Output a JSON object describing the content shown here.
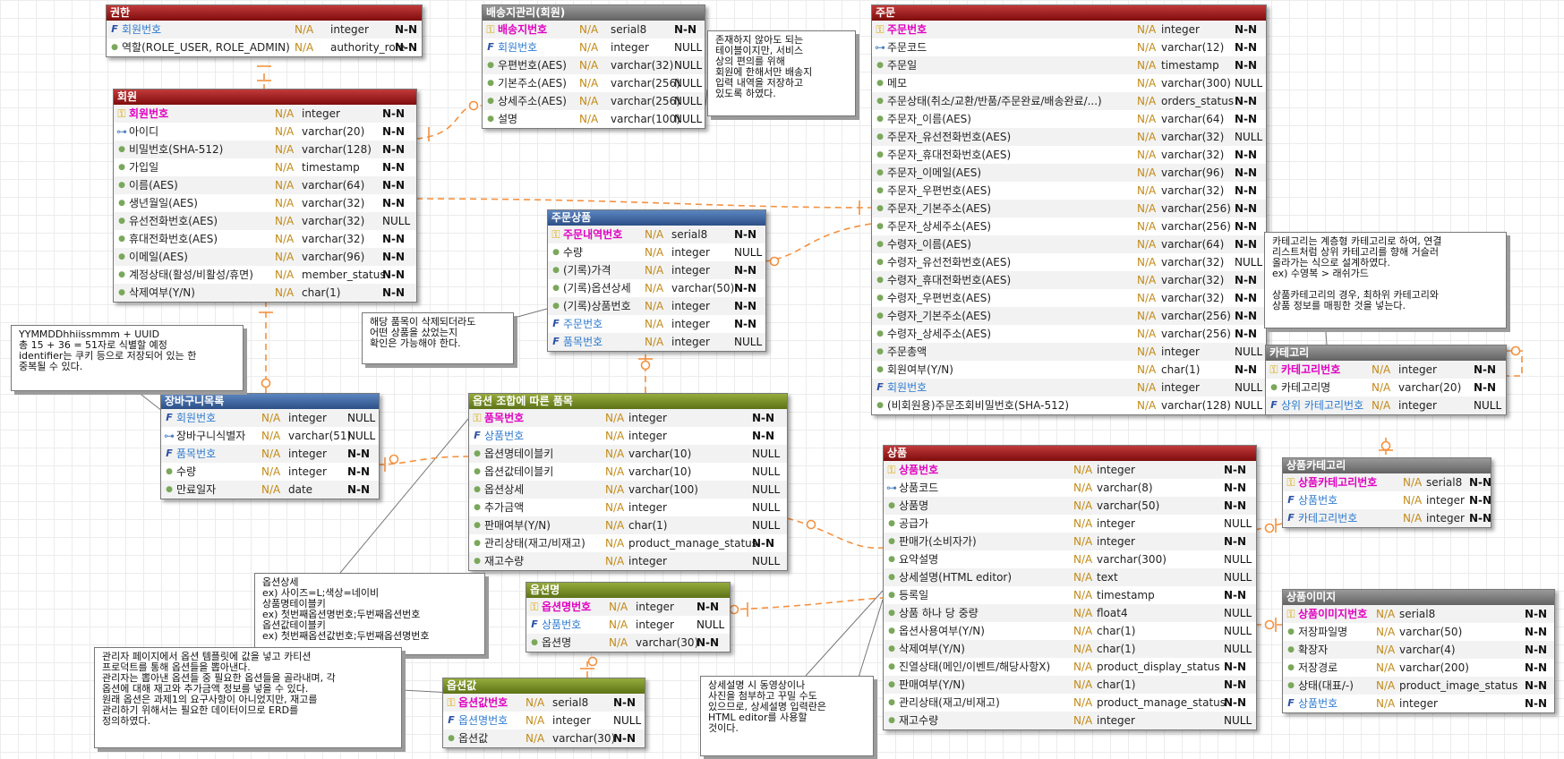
{
  "colors": {
    "line": "#f5913f",
    "pk_name": "#e000c0",
    "fk_name": "#2e7bcf",
    "na": "#c28a18",
    "red_header": "#8f1414",
    "gray_header": "#737373",
    "blue_header": "#36598f",
    "green_header": "#6d8420"
  },
  "tables": [
    {
      "id": "auth",
      "title": "권한",
      "color": "red",
      "cols": [
        [
          "fk",
          "회원번호",
          "N/A",
          "integer",
          "N-N"
        ],
        [
          "col",
          "역할(ROLE_USER, ROLE_ADMIN)",
          "N/A",
          "authority_role",
          "N-N"
        ]
      ]
    },
    {
      "id": "member",
      "title": "회원",
      "color": "red",
      "cols": [
        [
          "pk",
          "회원번호",
          "N/A",
          "integer",
          "N-N"
        ],
        [
          "uk",
          "아이디",
          "N/A",
          "varchar(20)",
          "N-N"
        ],
        [
          "col",
          "비밀번호(SHA-512)",
          "N/A",
          "varchar(128)",
          "N-N"
        ],
        [
          "col",
          "가입일",
          "N/A",
          "timestamp",
          "N-N"
        ],
        [
          "col",
          "이름(AES)",
          "N/A",
          "varchar(64)",
          "N-N"
        ],
        [
          "col",
          "생년월일(AES)",
          "N/A",
          "varchar(32)",
          "N-N"
        ],
        [
          "col",
          "유선전화번호(AES)",
          "N/A",
          "varchar(32)",
          "NULL"
        ],
        [
          "col",
          "휴대전화번호(AES)",
          "N/A",
          "varchar(32)",
          "N-N"
        ],
        [
          "col",
          "이메일(AES)",
          "N/A",
          "varchar(96)",
          "N-N"
        ],
        [
          "col",
          "계정상태(활성/비활성/휴면)",
          "N/A",
          "member_status",
          "N-N"
        ],
        [
          "col",
          "삭제여부(Y/N)",
          "N/A",
          "char(1)",
          "N-N"
        ]
      ]
    },
    {
      "id": "shipaddr",
      "title": "배송지관리(회원)",
      "color": "gray",
      "cols": [
        [
          "pk",
          "배송지번호",
          "N/A",
          "serial8",
          "N-N"
        ],
        [
          "fk",
          "회원번호",
          "N/A",
          "integer",
          "NULL"
        ],
        [
          "col",
          "우편번호(AES)",
          "N/A",
          "varchar(32)",
          "NULL"
        ],
        [
          "col",
          "기본주소(AES)",
          "N/A",
          "varchar(256)",
          "NULL"
        ],
        [
          "col",
          "상세주소(AES)",
          "N/A",
          "varchar(256)",
          "NULL"
        ],
        [
          "col",
          "설명",
          "N/A",
          "varchar(100)",
          "NULL"
        ]
      ]
    },
    {
      "id": "order",
      "title": "주문",
      "color": "red",
      "cols": [
        [
          "pk",
          "주문번호",
          "N/A",
          "integer",
          "N-N"
        ],
        [
          "uk",
          "주문코드",
          "N/A",
          "varchar(12)",
          "N-N"
        ],
        [
          "col",
          "주문일",
          "N/A",
          "timestamp",
          "N-N"
        ],
        [
          "col",
          "메모",
          "N/A",
          "varchar(300)",
          "NULL"
        ],
        [
          "col",
          "주문상태(취소/교환/반품/주문완료/배송완료/...)",
          "N/A",
          "orders_status",
          "N-N"
        ],
        [
          "col",
          "주문자_이름(AES)",
          "N/A",
          "varchar(64)",
          "N-N"
        ],
        [
          "col",
          "주문자_유선전화번호(AES)",
          "N/A",
          "varchar(32)",
          "NULL"
        ],
        [
          "col",
          "주문자_휴대전화번호(AES)",
          "N/A",
          "varchar(32)",
          "N-N"
        ],
        [
          "col",
          "주문자_이메일(AES)",
          "N/A",
          "varchar(96)",
          "N-N"
        ],
        [
          "col",
          "주문자_우편번호(AES)",
          "N/A",
          "varchar(32)",
          "N-N"
        ],
        [
          "col",
          "주문자_기본주소(AES)",
          "N/A",
          "varchar(256)",
          "N-N"
        ],
        [
          "col",
          "주문자_상세주소(AES)",
          "N/A",
          "varchar(256)",
          "N-N"
        ],
        [
          "col",
          "수령자_이름(AES)",
          "N/A",
          "varchar(64)",
          "N-N"
        ],
        [
          "col",
          "수령자_유선전화번호(AES)",
          "N/A",
          "varchar(32)",
          "NULL"
        ],
        [
          "col",
          "수령자_휴대전화번호(AES)",
          "N/A",
          "varchar(32)",
          "N-N"
        ],
        [
          "col",
          "수령자_우편번호(AES)",
          "N/A",
          "varchar(32)",
          "N-N"
        ],
        [
          "col",
          "수령자_기본주소(AES)",
          "N/A",
          "varchar(256)",
          "N-N"
        ],
        [
          "col",
          "수령자_상세주소(AES)",
          "N/A",
          "varchar(256)",
          "N-N"
        ],
        [
          "col",
          "주문총액",
          "N/A",
          "integer",
          "NULL"
        ],
        [
          "col",
          "회원여부(Y/N)",
          "N/A",
          "char(1)",
          "N-N"
        ],
        [
          "fk",
          "회원번호",
          "N/A",
          "integer",
          "NULL"
        ],
        [
          "col",
          "(비회원용)주문조회비밀번호(SHA-512)",
          "N/A",
          "varchar(128)",
          "NULL"
        ]
      ]
    },
    {
      "id": "orderitem",
      "title": "주문상품",
      "color": "blue",
      "cols": [
        [
          "pk",
          "주문내역번호",
          "N/A",
          "serial8",
          "N-N"
        ],
        [
          "col",
          "수량",
          "N/A",
          "integer",
          "NULL"
        ],
        [
          "col",
          "(기록)가격",
          "N/A",
          "integer",
          "N-N"
        ],
        [
          "col",
          "(기록)옵션상세",
          "N/A",
          "varchar(50)",
          "N-N"
        ],
        [
          "col",
          "(기록)상품번호",
          "N/A",
          "integer",
          "N-N"
        ],
        [
          "fk",
          "주문번호",
          "N/A",
          "integer",
          "N-N"
        ],
        [
          "fk",
          "품목번호",
          "N/A",
          "integer",
          "NULL"
        ]
      ]
    },
    {
      "id": "cart",
      "title": "장바구니목록",
      "color": "blue",
      "cols": [
        [
          "fk",
          "회원번호",
          "N/A",
          "integer",
          "NULL"
        ],
        [
          "uk",
          "장바구니식별자",
          "N/A",
          "varchar(51)",
          "NULL"
        ],
        [
          "fk",
          "품목번호",
          "N/A",
          "integer",
          "N-N"
        ],
        [
          "col",
          "수량",
          "N/A",
          "integer",
          "N-N"
        ],
        [
          "col",
          "만료일자",
          "N/A",
          "date",
          "N-N"
        ]
      ]
    },
    {
      "id": "sku",
      "title": "옵션 조합에 따른 품목",
      "color": "green",
      "cols": [
        [
          "pk",
          "품목번호",
          "N/A",
          "integer",
          "N-N"
        ],
        [
          "fk",
          "상품번호",
          "N/A",
          "integer",
          "N-N"
        ],
        [
          "col",
          "옵션명테이블키",
          "N/A",
          "varchar(10)",
          "NULL"
        ],
        [
          "col",
          "옵션값테이블키",
          "N/A",
          "varchar(10)",
          "NULL"
        ],
        [
          "col",
          "옵션상세",
          "N/A",
          "varchar(100)",
          "NULL"
        ],
        [
          "col",
          "추가금액",
          "N/A",
          "integer",
          "NULL"
        ],
        [
          "col",
          "판매여부(Y/N)",
          "N/A",
          "char(1)",
          "NULL"
        ],
        [
          "col",
          "관리상태(재고/비재고)",
          "N/A",
          "product_manage_status",
          "N-N"
        ],
        [
          "col",
          "재고수량",
          "N/A",
          "integer",
          "NULL"
        ]
      ]
    },
    {
      "id": "optname",
      "title": "옵션명",
      "color": "green",
      "cols": [
        [
          "pk",
          "옵션명번호",
          "N/A",
          "integer",
          "N-N"
        ],
        [
          "fk",
          "상품번호",
          "N/A",
          "integer",
          "NULL"
        ],
        [
          "col",
          "옵션명",
          "N/A",
          "varchar(30)",
          "N-N"
        ]
      ]
    },
    {
      "id": "optval",
      "title": "옵션값",
      "color": "green",
      "cols": [
        [
          "pk",
          "옵션값번호",
          "N/A",
          "serial8",
          "N-N"
        ],
        [
          "fk",
          "옵션명번호",
          "N/A",
          "integer",
          "NULL"
        ],
        [
          "col",
          "옵션값",
          "N/A",
          "varchar(30)",
          "N-N"
        ]
      ]
    },
    {
      "id": "category",
      "title": "카테고리",
      "color": "gray",
      "cols": [
        [
          "pk",
          "카테고리번호",
          "N/A",
          "integer",
          "N-N"
        ],
        [
          "col",
          "카테고리명",
          "N/A",
          "varchar(20)",
          "N-N"
        ],
        [
          "fk",
          "상위 카테고리번호",
          "N/A",
          "integer",
          "NULL"
        ]
      ]
    },
    {
      "id": "product",
      "title": "상품",
      "color": "red",
      "cols": [
        [
          "pk",
          "상품번호",
          "N/A",
          "integer",
          "N-N"
        ],
        [
          "uk",
          "상품코드",
          "N/A",
          "varchar(8)",
          "N-N"
        ],
        [
          "col",
          "상품명",
          "N/A",
          "varchar(50)",
          "N-N"
        ],
        [
          "col",
          "공급가",
          "N/A",
          "integer",
          "NULL"
        ],
        [
          "col",
          "판매가(소비자가)",
          "N/A",
          "integer",
          "N-N"
        ],
        [
          "col",
          "요약설명",
          "N/A",
          "varchar(300)",
          "NULL"
        ],
        [
          "col",
          "상세설명(HTML editor)",
          "N/A",
          "text",
          "NULL"
        ],
        [
          "col",
          "등록일",
          "N/A",
          "timestamp",
          "N-N"
        ],
        [
          "col",
          "상품 하나 당 중량",
          "N/A",
          "float4",
          "NULL"
        ],
        [
          "col",
          "옵션사용여부(Y/N)",
          "N/A",
          "char(1)",
          "NULL"
        ],
        [
          "col",
          "삭제여부(Y/N)",
          "N/A",
          "char(1)",
          "NULL"
        ],
        [
          "col",
          "진열상태(메인/이벤트/해당사항X)",
          "N/A",
          "product_display_status",
          "N-N"
        ],
        [
          "col",
          "판매여부(Y/N)",
          "N/A",
          "char(1)",
          "N-N"
        ],
        [
          "col",
          "관리상태(재고/비재고)",
          "N/A",
          "product_manage_status",
          "N-N"
        ],
        [
          "col",
          "재고수량",
          "N/A",
          "integer",
          "NULL"
        ]
      ]
    },
    {
      "id": "prodcat",
      "title": "상품카테고리",
      "color": "gray",
      "cols": [
        [
          "pk",
          "상품카테고리번호",
          "N/A",
          "serial8",
          "N-N"
        ],
        [
          "fk",
          "상품번호",
          "N/A",
          "integer",
          "N-N"
        ],
        [
          "fk",
          "카테고리번호",
          "N/A",
          "integer",
          "N-N"
        ]
      ]
    },
    {
      "id": "prodimg",
      "title": "상품이미지",
      "color": "gray",
      "cols": [
        [
          "pk",
          "상품이미지번호",
          "N/A",
          "serial8",
          "N-N"
        ],
        [
          "col",
          "저장파일명",
          "N/A",
          "varchar(50)",
          "N-N"
        ],
        [
          "col",
          "확장자",
          "N/A",
          "varchar(4)",
          "N-N"
        ],
        [
          "col",
          "저장경로",
          "N/A",
          "varchar(200)",
          "N-N"
        ],
        [
          "col",
          "상태(대표/-)",
          "N/A",
          "product_image_status",
          "N-N"
        ],
        [
          "fk",
          "상품번호",
          "N/A",
          "integer",
          "N-N"
        ]
      ]
    }
  ],
  "notes": [
    {
      "id": "shipnote",
      "text": "존재하지 않아도 되는\n테이블이지만, 서비스\n상의 편의를 위해\n회원에 한해서만 배송지\n입력 내역을 저장하고\n있도록 하였다."
    },
    {
      "id": "catnote",
      "text": "카테고리는 계층형 카테고리로 하여, 연결\n리스트처럼 상위 카테고리를 향해 거슬러\n올라가는 식으로 설계하였다.\nex) 수영복 > 래쉬가드\n\n상품카테고리의 경우, 최하위 카테고리와\n상품 정보를 매핑한 것을 넣는다."
    },
    {
      "id": "orderitemnote",
      "text": "해당 품목이 삭제되더라도\n어떤 상품을 샀었는지\n확인은 가능해야 한다."
    },
    {
      "id": "cartnote",
      "text": "YYMMDDhhiissmmm + UUID\n총 15 + 36 = 51자로 식별할 예정\nidentifier는 쿠키 등으로 저장되어 있는 한\n중복될 수 있다."
    },
    {
      "id": "optnote",
      "text": "옵션상세\nex) 사이즈=L;색상=네이비\n상품명테이블키\nex) 첫번째옵션명번호;두번째옵션번호\n옵션값테이블키\nex) 첫번째옵션값번호;두번째옵션명번호"
    },
    {
      "id": "adminnote",
      "text": "관리자 페이지에서 옵션 템플릿에 값을 넣고 카티션\n프로덕트를 통해 옵션들을 뽑아낸다.\n관리자는 뽑아낸 옵션들 중 필요한 옵션들을 골라내며, 각\n옵션에 대해 재고와 추가금액 정보를 넣을 수 있다.\n원래 옵션은 과제1의 요구사항이 아니었지만, 재고를\n관리하기 위해서는 필요한 데이터이므로 ERD를\n정의하였다."
    },
    {
      "id": "descnote",
      "text": "상세설명 시 동영상이나\n사진을 첨부하고 꾸밀 수도\n있으므로, 상세설명 입력란은\nHTML editor를 사용할\n것이다."
    }
  ]
}
